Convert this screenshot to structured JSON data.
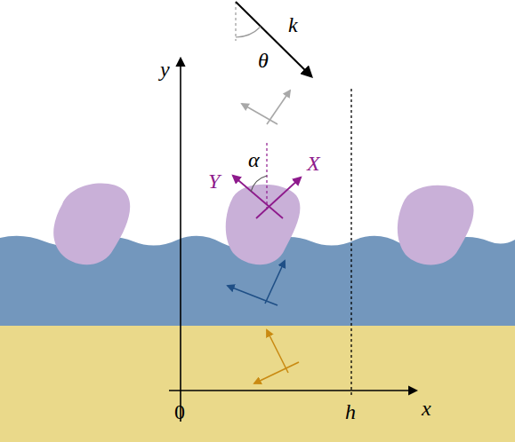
{
  "diagram": {
    "labels": [
      "k",
      "θ",
      "y",
      "α",
      "Y",
      "X",
      "0",
      "h",
      "x"
    ]
  }
}
